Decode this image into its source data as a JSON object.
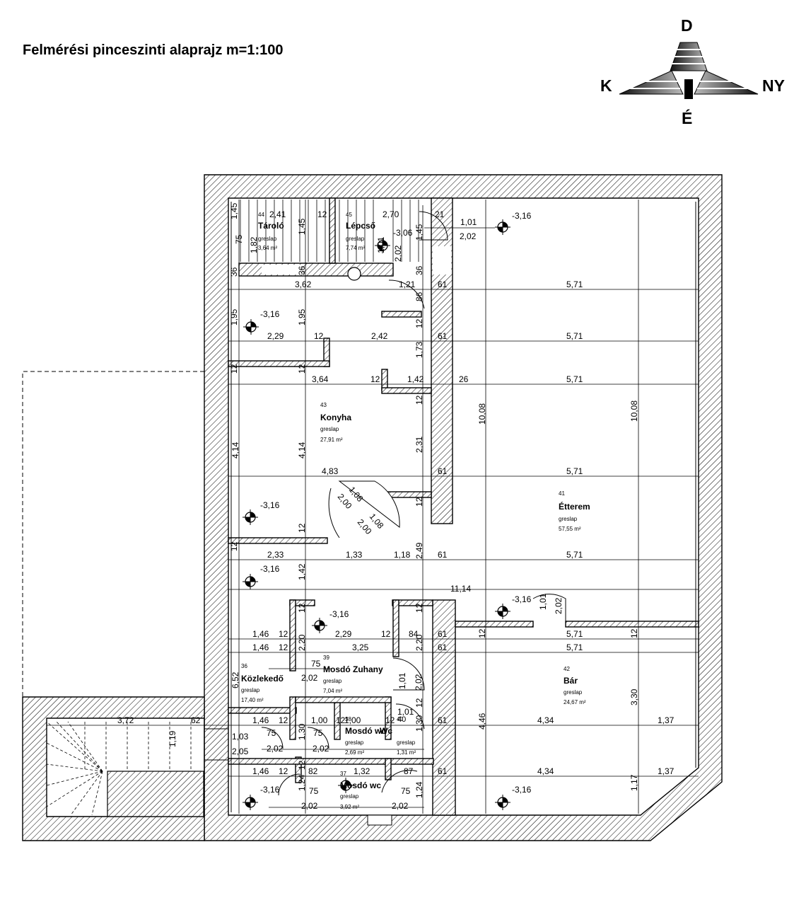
{
  "title": "Felmérési pinceszinti alaprajz m=1:100",
  "compass": {
    "north": "D",
    "south": "É",
    "west": "K",
    "east": "NY"
  },
  "rooms": {
    "taroló": {
      "num": "44",
      "name": "Tároló",
      "floor": "greslap",
      "area": "3,64 m²"
    },
    "lepcso": {
      "num": "45",
      "name": "Lépcső",
      "floor": "greslap",
      "area": "7,74 m²"
    },
    "konyha": {
      "num": "43",
      "name": "Konyha",
      "floor": "greslap",
      "area": "27,91 m²"
    },
    "etterem": {
      "num": "41",
      "name": "Étterem",
      "floor": "greslap",
      "area": "57,55 m²"
    },
    "bar": {
      "num": "42",
      "name": "Bár",
      "floor": "greslap",
      "area": "24,67 m²"
    },
    "kozlekedo": {
      "num": "36",
      "name": "Közlekedő",
      "floor": "greslap",
      "area": "17,40 m²"
    },
    "zuhany": {
      "num": "39",
      "name": "Mosdó Zuhany",
      "floor": "greslap",
      "area": "7,04 m²"
    },
    "wc38": {
      "num": "38",
      "name": "Mosdó wc",
      "floor": "greslap",
      "area": "2,69 m²"
    },
    "wc40": {
      "num": "40",
      "name": "Wc",
      "floor": "greslap",
      "area": "1,31 m²"
    },
    "wc37": {
      "num": "37",
      "name": "Mosdó wc",
      "floor": "greslap",
      "area": "3,92 m²"
    }
  },
  "levels": {
    "l1": "-3,16",
    "l2": "-3,06",
    "l3": "-3,16",
    "l4": "-3,16",
    "l5": "-3,16",
    "l6": "-3,16",
    "l7": "-3,16",
    "l8": "-3,16",
    "l9": "-3,16",
    "l10": "-3,16"
  },
  "dims": {
    "d_2_41": "2,41",
    "d_12a": "12",
    "d_2_70": "2,70",
    "d_21": "21",
    "d_1_01a": "1,01",
    "d_2_02a": "2,02",
    "d_1_45a": "1,45",
    "d_75a": "75",
    "d_1_82": "1,82",
    "d_1_45b": "1,45",
    "d_1_01b": "1,01",
    "d_2_02b": "2,02",
    "d_1_45c": "1,45",
    "d_36a": "36",
    "d_36b": "36",
    "d_36c": "36",
    "d_3_62": "3,62",
    "d_1_21": "1,21",
    "d_86": "86",
    "d_61a": "61",
    "d_5_71a": "5,71",
    "d_1_95a": "1,95",
    "d_1_95b": "1,95",
    "d_2_29a": "2,29",
    "d_12b": "12",
    "d_2_42": "2,42",
    "d_12c": "12",
    "d_61b": "61",
    "d_5_71b": "5,71",
    "d_1_73": "1,73",
    "d_12d": "12",
    "d_12e": "12",
    "d_3_64": "3,64",
    "d_12f": "12",
    "d_1_42a": "1,42",
    "d_26": "26",
    "d_5_71c": "5,71",
    "d_12g": "12",
    "d_10_08a": "10,08",
    "d_10_08b": "10,08",
    "d_4_14a": "4,14",
    "d_4_14b": "4,14",
    "d_2_31": "2,31",
    "d_4_83": "4,83",
    "d_61c": "61",
    "d_5_71d": "5,71",
    "d_1_08a": "1,08",
    "d_2_00a": "2,00",
    "d_1_08b": "1,08",
    "d_2_00b": "2,00",
    "d_12h": "12",
    "d_12i": "12",
    "d_2_33": "2,33",
    "d_1_33": "1,33",
    "d_1_18": "1,18",
    "d_2_49": "2,49",
    "d_61d": "61",
    "d_5_71e": "5,71",
    "d_1_42b": "1,42",
    "d_11_14": "11,14",
    "d_1_01c": "1,01",
    "d_2_02c": "2,02",
    "d_12j": "12",
    "d_12k": "12",
    "d_1_46a": "1,46",
    "d_12l": "12",
    "d_2_29b": "2,29",
    "d_12m": "12",
    "d_84": "84",
    "d_61e": "61",
    "d_12n": "12",
    "d_5_71f": "5,71",
    "d_12o": "12",
    "d_1_46b": "1,46",
    "d_12p": "12",
    "d_2_20a": "2,20",
    "d_3_25": "3,25",
    "d_2_20b": "2,20",
    "d_61f": "61",
    "d_5_71g": "5,71",
    "d_75b": "75",
    "d_6_52": "6,52",
    "d_2_02d": "2,02",
    "d_1_01d": "1,01",
    "d_2_02e": "2,02",
    "d_1_01e": "1,01",
    "d_3_30": "3,30",
    "d_4_46": "4,46",
    "d_3_72": "3,72",
    "d_62": "62",
    "d_1_46c": "1,46",
    "d_12q": "12",
    "d_1_00a": "1,00",
    "d_12r": "12",
    "d_1_00b": "1,00",
    "d_12s": "12",
    "d_40": "40",
    "d_12t": "12",
    "d_1_30a": "1,30",
    "d_12u": "12",
    "d_1_30b": "1,30",
    "d_61g": "61",
    "d_4_34a": "4,34",
    "d_1_37a": "1,37",
    "d_1_19": "1,19",
    "d_1_03": "1,03",
    "d_75c": "75",
    "d_75d": "75",
    "d_2_05": "2,05",
    "d_2_02f": "2,02",
    "d_2_02g": "2,02",
    "d_1_46d": "1,46",
    "d_12v": "12",
    "d_82": "82",
    "d_1_32": "1,32",
    "d_87": "87",
    "d_61h": "61",
    "d_4_34b": "4,34",
    "d_1_37b": "1,37",
    "d_1_24a": "1,24",
    "d_75e": "75",
    "d_75f": "75",
    "d_1_24b": "1,24",
    "d_2_02h": "2,02",
    "d_2_02i": "2,02",
    "d_1_17": "1,17"
  }
}
